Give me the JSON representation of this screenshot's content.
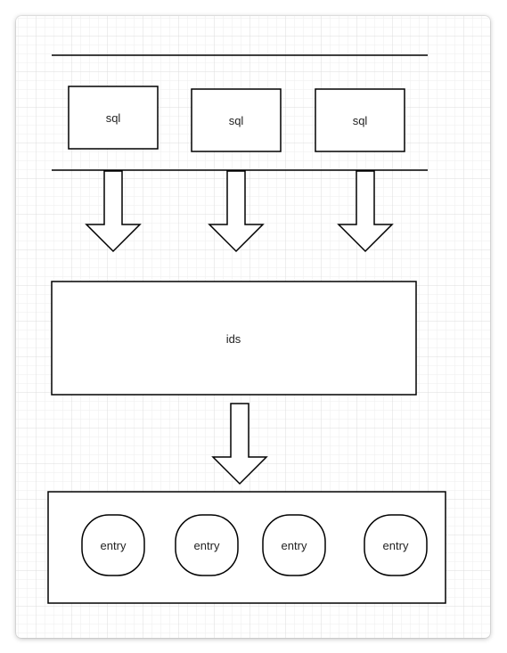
{
  "colors": {
    "stroke": "#000000",
    "fill": "#ffffff",
    "grid_minor": "#ededed",
    "grid_major": "#dcdcdc",
    "text": "#222222"
  },
  "diagram": {
    "sql_boxes": [
      {
        "label": "sql"
      },
      {
        "label": "sql"
      },
      {
        "label": "sql"
      }
    ],
    "ids_box": {
      "label": "ids"
    },
    "entries": [
      {
        "label": "entry"
      },
      {
        "label": "entry"
      },
      {
        "label": "entry"
      },
      {
        "label": "entry"
      }
    ]
  }
}
